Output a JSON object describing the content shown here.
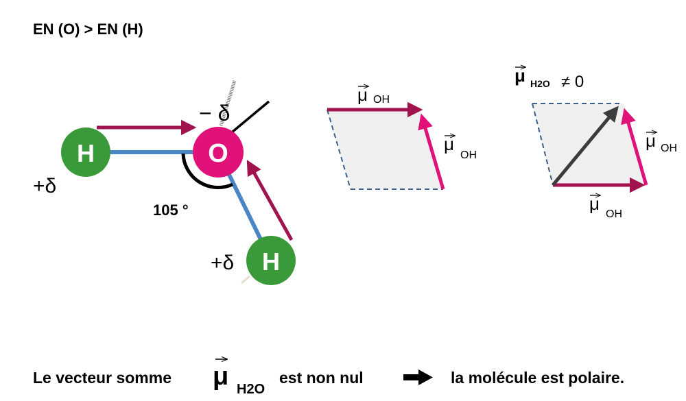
{
  "header": {
    "title": "EN (O) > EN (H)"
  },
  "molecule": {
    "oxygen_label": "O",
    "hydrogen_left_label": "H",
    "hydrogen_bottom_label": "H",
    "partial_negative": "− δ",
    "partial_positive_left": "+δ",
    "partial_positive_bottom": "+δ",
    "angle_label": "105 °"
  },
  "vectors": {
    "mu_symbol": "μ",
    "arrow_symbol": "→",
    "oh_subscript": "OH",
    "h2o_subscript": "H2O",
    "resultant_condition": "≠ 0"
  },
  "conclusion": {
    "text_before": "Le vecteur somme",
    "mu_symbol": "μ",
    "subscript": "H2O",
    "text_middle": "est non nul",
    "text_after": "la molécule est polaire."
  },
  "colors": {
    "oxygen": "#e0127a",
    "hydrogen": "#3a9a3a",
    "bond": "#4a86c5",
    "dipole_dark": "#a0134e",
    "dipole_pink": "#e0127a",
    "resultant": "#3c3c3c",
    "parallelogram_fill": "#f0f0f0",
    "dashed": "#3a5f8a"
  }
}
